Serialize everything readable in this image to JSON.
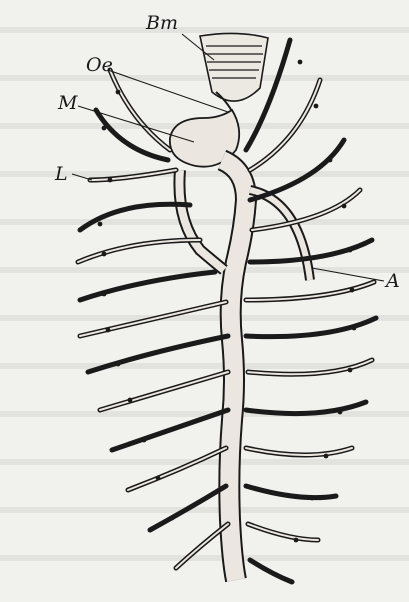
{
  "figure": {
    "labels": {
      "bm": "Bm",
      "oe": "Oe",
      "m": "M",
      "l": "L",
      "a": "A"
    },
    "colors": {
      "paper": "#f1f1ee",
      "ink": "#1a1a1a",
      "faint_text": "#d4d4d0"
    }
  }
}
